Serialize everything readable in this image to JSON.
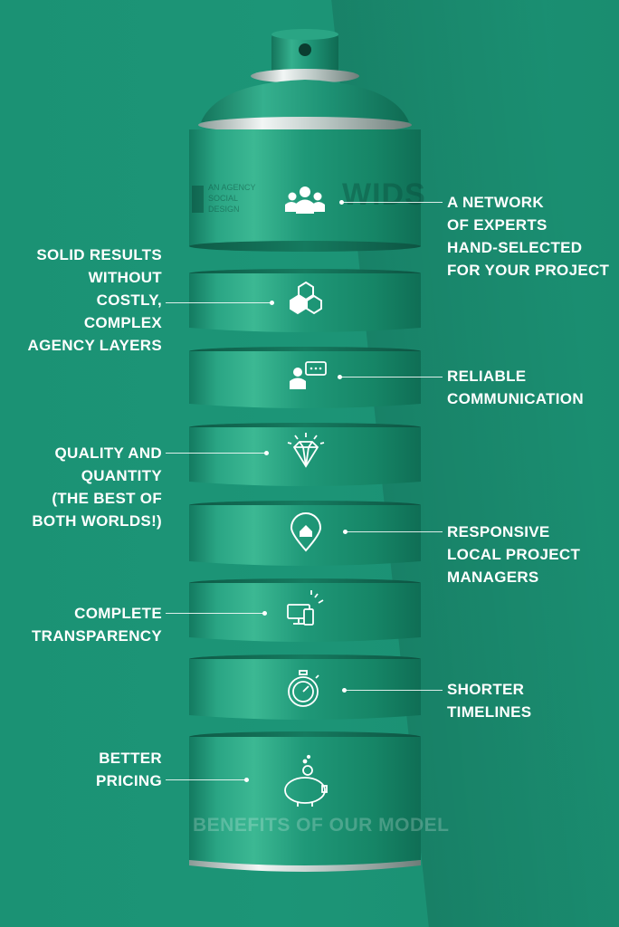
{
  "can": {
    "brand_lines": [
      "AN AGENCY",
      "SOCIAL",
      "DESIGN"
    ],
    "brand_mark": "WIDS",
    "footer": "BENEFITS OF OUR MODEL"
  },
  "benefits_right": [
    {
      "lines": [
        "A NETWORK",
        "OF EXPERTS",
        "HAND-SELECTED",
        "FOR YOUR PROJECT"
      ],
      "icon": "team-icon"
    },
    {
      "lines": [
        "RELIABLE",
        "COMMUNICATION"
      ],
      "icon": "chat-icon"
    },
    {
      "lines": [
        "RESPONSIVE",
        "LOCAL PROJECT",
        "MANAGERS"
      ],
      "icon": "location-home-icon"
    },
    {
      "lines": [
        "SHORTER",
        "TIMELINES"
      ],
      "icon": "stopwatch-icon"
    }
  ],
  "benefits_left": [
    {
      "lines": [
        "SOLID RESULTS",
        "WITHOUT",
        "COSTLY,",
        "COMPLEX",
        "AGENCY LAYERS"
      ],
      "icon": "hexagons-icon"
    },
    {
      "lines": [
        "QUALITY AND",
        "QUANTITY",
        "(THE BEST OF",
        "BOTH WORLDS!)"
      ],
      "icon": "diamond-icon"
    },
    {
      "lines": [
        "COMPLETE",
        "TRANSPARENCY"
      ],
      "icon": "devices-icon"
    },
    {
      "lines": [
        "BETTER",
        "PRICING"
      ],
      "icon": "piggy-bank-icon"
    }
  ],
  "colors": {
    "background": "#1b9274",
    "can": "#1a8f70",
    "text": "#ffffff"
  }
}
